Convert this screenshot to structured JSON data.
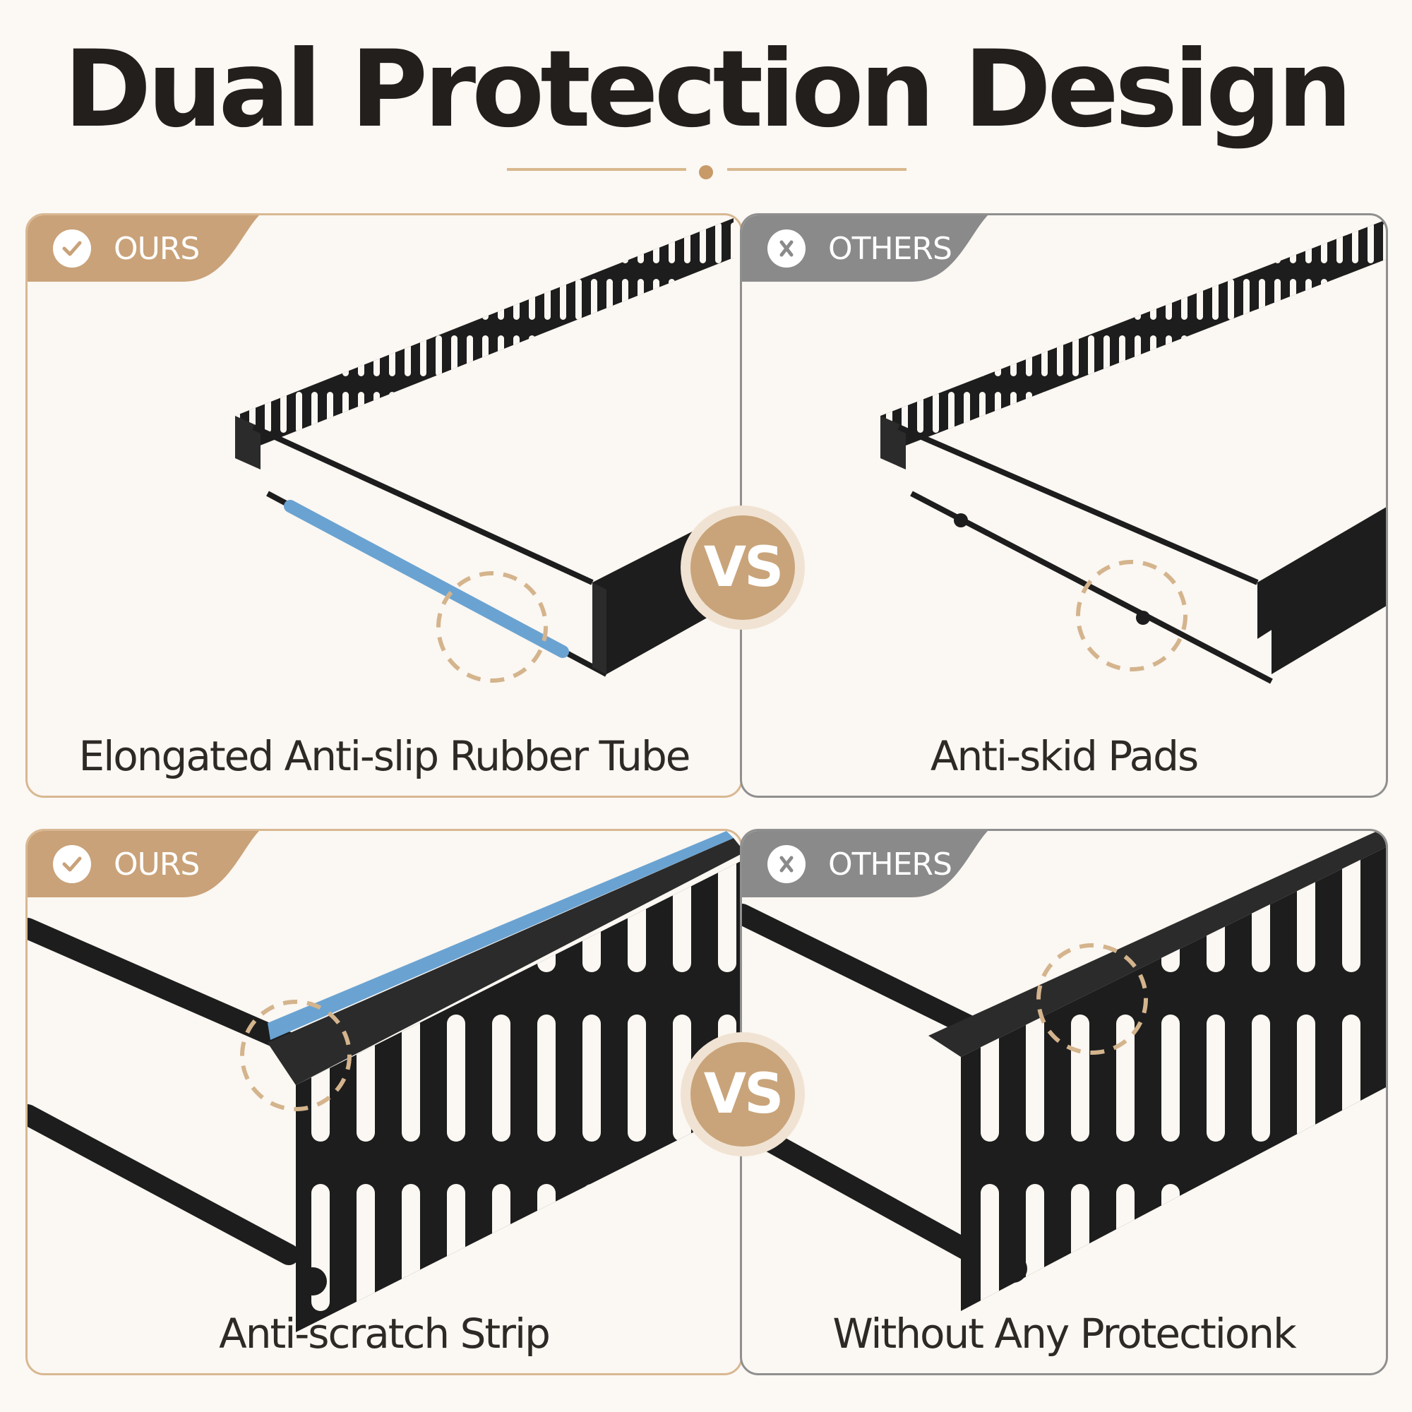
{
  "title": "Dual Protection Design",
  "colors": {
    "ours_tag": "#c9a279",
    "others_tag": "#8a8a8a",
    "rubber_blue": "#6aa3d2",
    "metal": "#1d1d1d"
  },
  "panels": [
    {
      "tag": "OURS",
      "tag_icon": "check-icon",
      "caption": "Elongated Anti-slip Rubber Tube"
    },
    {
      "tag": "OTHERS",
      "tag_icon": "x-icon",
      "caption": "Anti-skid Pads"
    },
    {
      "tag": "OURS",
      "tag_icon": "check-icon",
      "caption": "Anti-scratch Strip"
    },
    {
      "tag": "OTHERS",
      "tag_icon": "x-icon",
      "caption": "Without Any Protectionk"
    }
  ],
  "vs": [
    {
      "label": "VS"
    },
    {
      "label": "VS"
    }
  ]
}
